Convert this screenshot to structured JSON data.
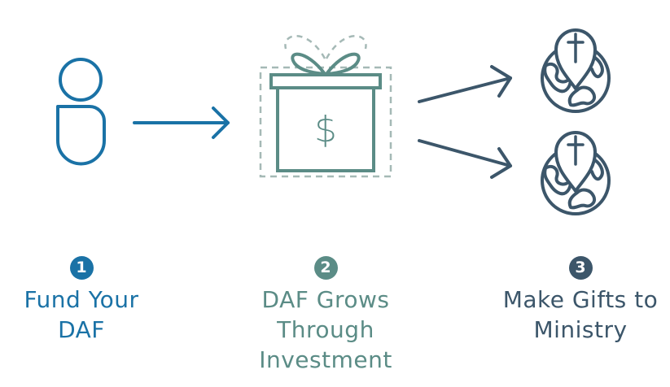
{
  "colors": {
    "step1": "#1a72a6",
    "step2": "#5b8c86",
    "step3": "#3c566a",
    "giftDash": "#a5b9b6"
  },
  "icons": {
    "step1": "person-icon",
    "step2": "gift-box-dollar-icon",
    "step3": "globe-cross-pin-icon"
  },
  "steps": [
    {
      "number": "1",
      "lines": [
        "Fund Your",
        "DAF"
      ]
    },
    {
      "number": "2",
      "lines": [
        "DAF Grows",
        "Through",
        "Investment"
      ]
    },
    {
      "number": "3",
      "lines": [
        "Make Gifts to",
        "Ministry"
      ]
    }
  ],
  "gift": {
    "symbol": "$"
  }
}
